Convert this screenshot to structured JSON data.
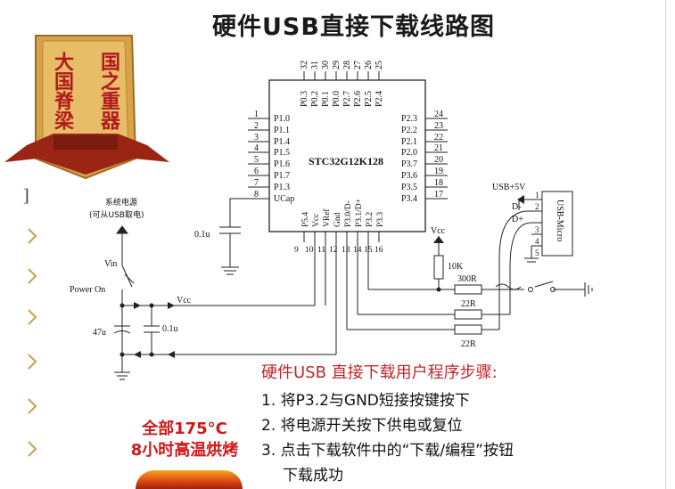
{
  "title": "硬件USB直接下载线路图",
  "badge": {
    "left_text": "大国脊梁",
    "right_text": "国之重器",
    "colors": {
      "gold": "#d8a248",
      "red": "#b3191c",
      "ribbon": "#9b2514"
    }
  },
  "chip": {
    "name": "STC32G12K128",
    "left_pins": [
      {
        "num": "1",
        "label": "P1.0"
      },
      {
        "num": "2",
        "label": "P1.1"
      },
      {
        "num": "3",
        "label": "P1.4"
      },
      {
        "num": "4",
        "label": "P1.5"
      },
      {
        "num": "5",
        "label": "P1.6"
      },
      {
        "num": "6",
        "label": "P1.7"
      },
      {
        "num": "7",
        "label": "P1.3"
      },
      {
        "num": "8",
        "label": "UCap"
      }
    ],
    "right_pins": [
      {
        "num": "24",
        "label": "P2.3"
      },
      {
        "num": "23",
        "label": "P2.2"
      },
      {
        "num": "22",
        "label": "P2.1"
      },
      {
        "num": "21",
        "label": "P2.0"
      },
      {
        "num": "20",
        "label": "P3.7"
      },
      {
        "num": "19",
        "label": "P3.6"
      },
      {
        "num": "18",
        "label": "P3.5"
      },
      {
        "num": "17",
        "label": "P3.4"
      }
    ],
    "top_pins": [
      {
        "num": "32",
        "label": "P0.3"
      },
      {
        "num": "31",
        "label": "P0.2"
      },
      {
        "num": "30",
        "label": "P0.1"
      },
      {
        "num": "29",
        "label": "P0.0"
      },
      {
        "num": "28",
        "label": "P2.7"
      },
      {
        "num": "27",
        "label": "P2.6"
      },
      {
        "num": "26",
        "label": "P2.5"
      },
      {
        "num": "25",
        "label": "P2.4"
      }
    ],
    "bottom_pins": [
      {
        "num": "9",
        "label": "P5.4"
      },
      {
        "num": "10",
        "label": "Vcc"
      },
      {
        "num": "11",
        "label": "VRef"
      },
      {
        "num": "12",
        "label": "Gnd"
      },
      {
        "num": "13",
        "label": "P3.0/D-"
      },
      {
        "num": "14",
        "label": "P3.1/D+"
      },
      {
        "num": "15",
        "label": "P3.2"
      },
      {
        "num": "16",
        "label": "P3.3"
      }
    ]
  },
  "labels": {
    "sys_power": "系统电源",
    "sys_power_note": "(可从USB取电)",
    "vin": "Vin",
    "power_on": "Power On",
    "vcc_left": "Vcc",
    "vcc_top": "Vcc",
    "cap_01u_a": "0.1u",
    "cap_47u": "47u",
    "cap_01u_b": "0.1u",
    "r10k": "10K",
    "r300": "300R",
    "r22a": "22R",
    "r22b": "22R",
    "usb5v": "USB+5V",
    "dminus": "D-",
    "dplus": "D+",
    "usb_micro": "USB-Micro",
    "usb_pins": [
      "1",
      "2",
      "3",
      "4",
      "5"
    ]
  },
  "steps": {
    "header": "硬件USB 直接下载用户程序步骤:",
    "lines": [
      "1. 将P3.2与GND短接按键按下",
      "2. 将电源开关按下供电或复位",
      "3. 点击下载软件中的“下载/编程”按钮",
      "下载成功"
    ]
  },
  "promo": {
    "line1": "全部175°C",
    "line2": "8小时高温烘烤"
  },
  "left_bar_glyph": "]",
  "colors": {
    "wire": "#222222",
    "accent_red": "#c0262b",
    "promo_red": "#d01818",
    "chevron": "#c9a04a"
  }
}
